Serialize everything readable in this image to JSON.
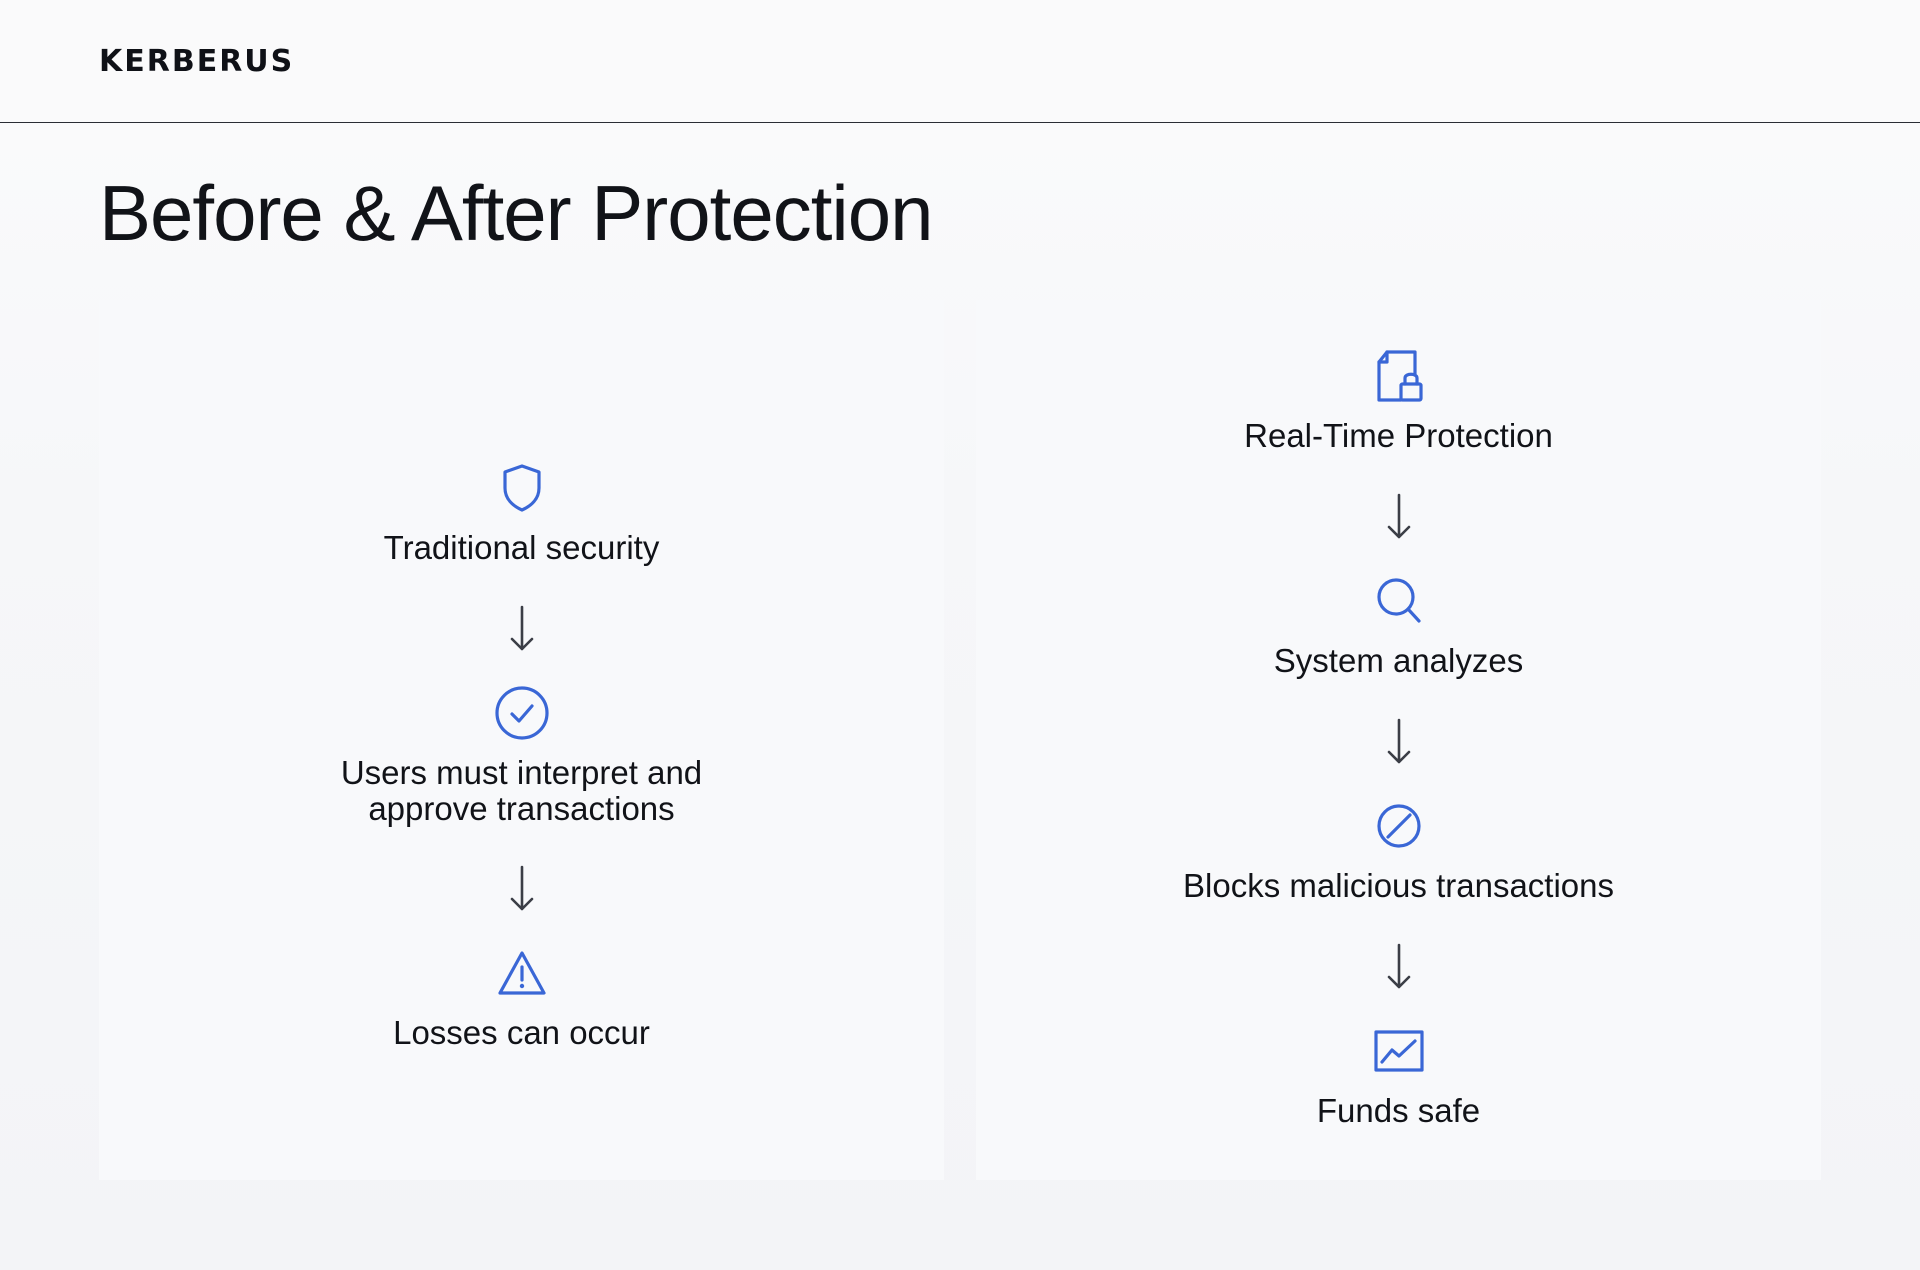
{
  "header": {
    "logo": "KERBERUS"
  },
  "page": {
    "title": "Before & After Protection"
  },
  "before": {
    "steps": [
      {
        "icon": "shield-icon",
        "label": "Traditional security"
      },
      {
        "icon": "check-circle-icon",
        "label": "Users must interpret and\napprove transactions"
      },
      {
        "icon": "warning-triangle-icon",
        "label": "Losses can occur"
      }
    ]
  },
  "after": {
    "steps": [
      {
        "icon": "document-lock-icon",
        "label": "Real-Time Protection"
      },
      {
        "icon": "search-icon",
        "label": "System analyzes"
      },
      {
        "icon": "block-icon",
        "label": "Blocks malicious transactions"
      },
      {
        "icon": "chart-icon",
        "label": "Funds safe"
      }
    ]
  },
  "colors": {
    "icon_accent": "#3a67d6",
    "arrow": "#3b3e46",
    "text": "#111318"
  }
}
